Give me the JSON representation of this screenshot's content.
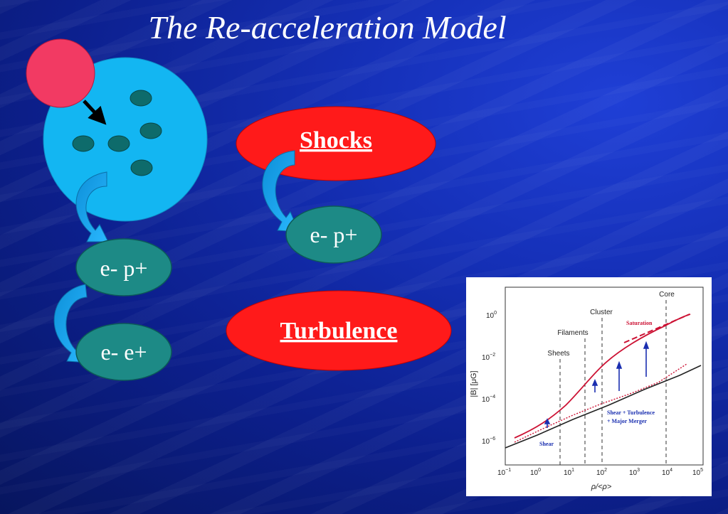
{
  "title": "The Re-acceleration Model",
  "nodes": {
    "ep_left": "e- p+",
    "ee_left": "e- e+",
    "ep_right": "e- p+",
    "shocks": "Shocks",
    "turbulence": "Turbulence"
  },
  "plot": {
    "ylabel": "|B| [μG]",
    "xlabel": "ρ/<ρ>",
    "regions": [
      "Sheets",
      "Filaments",
      "Cluster",
      "Core"
    ],
    "annotations": {
      "saturation": "Saturation",
      "shear": "Shear",
      "merger_line1": "Shear + Turbulence",
      "merger_line2": "+ Major Merger"
    },
    "x_ticks": [
      "10",
      "10",
      "10",
      "10",
      "10",
      "10",
      "10"
    ],
    "x_tick_exps": [
      "−1",
      "0",
      "1",
      "2",
      "3",
      "4",
      "5"
    ],
    "y_ticks": [
      "10",
      "10",
      "10",
      "10"
    ],
    "y_tick_exps": [
      "0",
      "−2",
      "−4",
      "−6"
    ],
    "colors": {
      "upper": "#cc1133",
      "lower": "#222222",
      "arrow": "#1a2fb0"
    }
  }
}
